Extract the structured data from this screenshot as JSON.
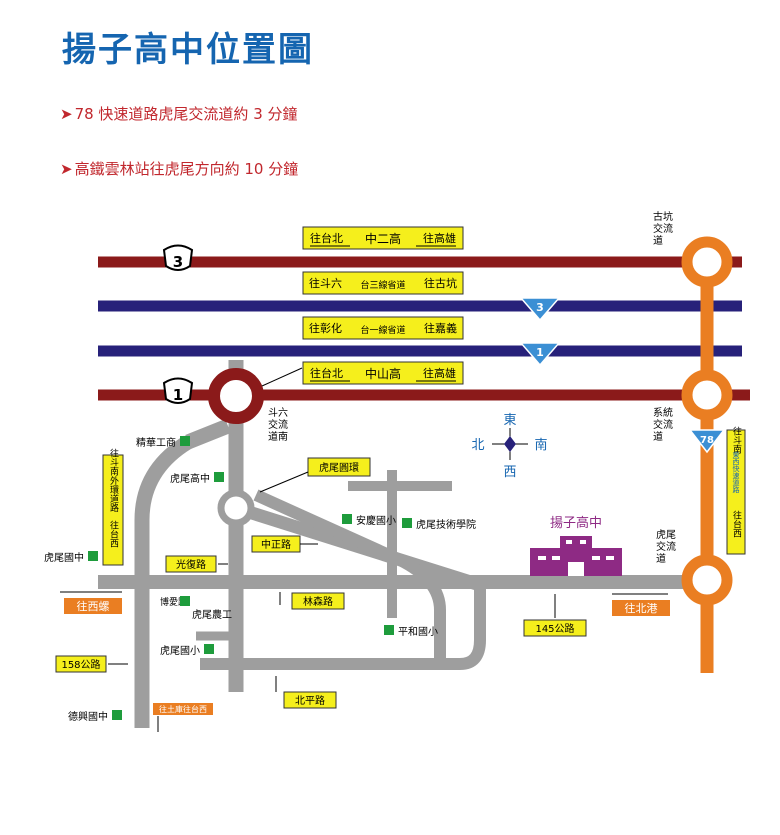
{
  "page": {
    "title": "揚子高中位置圖",
    "notes": [
      "78 快速道路虎尾交流道約 3 分鐘",
      "高鐵雲林站往虎尾方向約 10 分鐘"
    ],
    "bullet_glyph": "➤"
  },
  "map": {
    "freeway3": {
      "shield": "3",
      "sign_left": "往台北",
      "sign_mid": "中二高",
      "sign_right": "往高雄"
    },
    "prov3": {
      "shield": "3",
      "sign_left": "往斗六",
      "sign_mid": "台三線省道",
      "sign_right": "往古坑"
    },
    "prov1": {
      "shield": "1",
      "sign_left": "往彰化",
      "sign_mid": "台一線省道",
      "sign_right": "往嘉義"
    },
    "freeway1": {
      "shield": "1",
      "sign_left": "往台北",
      "sign_mid": "中山高",
      "sign_right": "往高雄"
    },
    "expressway78": {
      "shield": "78",
      "sign_top": "往斗南",
      "sign_mid": "東西快速道路",
      "sign_bottom": "往台西"
    },
    "interchanges": {
      "gukeng": [
        "古坑",
        "交流",
        "道"
      ],
      "douliu": [
        "斗六",
        "交流",
        "道南"
      ],
      "xiluo": [
        "系統",
        "交流",
        "道"
      ],
      "huwei": [
        "虎尾",
        "交流",
        "道"
      ]
    },
    "compass": {
      "n": "北",
      "s": "南",
      "e": "東",
      "w": "西"
    },
    "roads": {
      "outer_ring": [
        "往斗南",
        "外環道路",
        "往台西"
      ],
      "huwei_circle": "虎尾圓環",
      "guangfu": "光復路",
      "zhongzheng": "中正路",
      "linsen": "林森路",
      "road145": "145公路",
      "road158": "158公路",
      "beiping": "北平路",
      "to_xiluo": "往西螺",
      "to_beigang": "往北港",
      "to_tuku": "往土庫往台西"
    },
    "places": {
      "school": "揚子高中",
      "jinghua": "精華工商",
      "huwei_high": "虎尾高中",
      "huwei_junior": "虎尾國中",
      "anqing": "安慶國小",
      "formosa_tech": "虎尾技術學院",
      "boai": "博愛路",
      "huwei_ag": "虎尾農工",
      "pingho": "平和國小",
      "huwei_elem": "虎尾國小",
      "dexing": "德興國中"
    }
  },
  "colors": {
    "title": "#1565b0",
    "bullet": "#c1272d",
    "freeway": "#8b1a1a",
    "provincial": "#27217a",
    "expressway": "#ea7e22",
    "local_road": "#9e9e9e",
    "sign_yellow": "#f5ef1c",
    "direction_orange": "#ea7e22",
    "school": "#8e2a84",
    "marker_green": "#1e9c3c",
    "shield_blue": "#3b8fd4"
  }
}
